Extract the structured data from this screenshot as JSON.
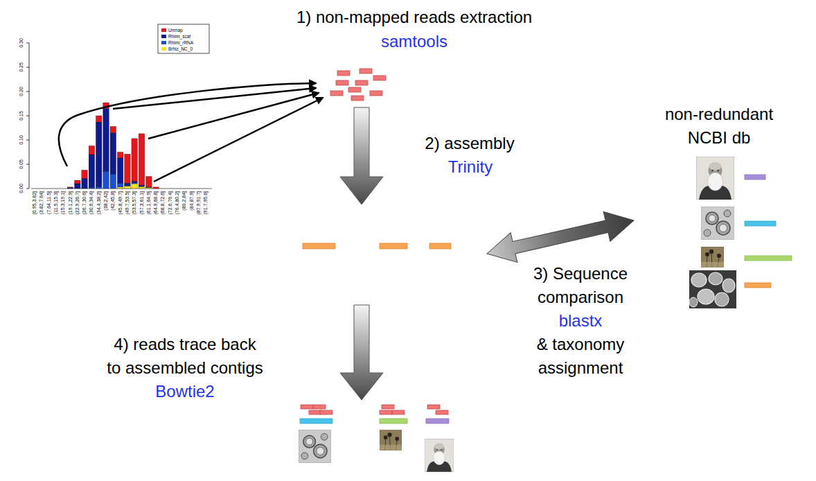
{
  "diagram": {
    "labels": [
      "1) non-mapped reads extraction",
      "samtools",
      "2) assembly",
      "Trinity",
      "non-redundant NCBI db",
      "3) Sequence comparison",
      "blastx",
      "& taxonomy assignment",
      "4) reads trace back to assembled contigs",
      "Bowtie2",
      "0.00",
      "0.05",
      "0.10",
      "0.15",
      "0.20",
      "0.25",
      "0.30",
      "[0.95,3.82]",
      "(3.82,7.64]",
      "(7.64,11.5]",
      "(11.5,15.3]",
      "(15.3,19.1]",
      "(19.1,22.9]",
      "(22.9,26.7]",
      "(26.7,30.6]",
      "(30.6,34.4]",
      "(34.4,38.2]",
      "(38.2,42]",
      "(42,45.8]",
      "(45.8,49.7]",
      "(49.7,53.5]",
      "(53.5,57.3]",
      "(57.3,61.1]",
      "(61.1,64.9]",
      "(64.9,68.8]",
      "(68.8,72.6]",
      "(72.6,76.4]",
      "(76.4,80.2]",
      "(80.2,84]",
      "(84,87.9]",
      "(87.9,91.7]",
      "(91.7,95.6]"
    ],
    "legend": [
      {
        "text": "Unmap",
        "color": "#e8161b"
      },
      {
        "text": "Rhimi_scaf",
        "color": "#0d1b8e"
      },
      {
        "text": "Rhimi_rRNA",
        "color": "#1a4fd8"
      },
      {
        "text": "Brhiz_NC_0",
        "color": "#f2e31c"
      }
    ]
  }
}
